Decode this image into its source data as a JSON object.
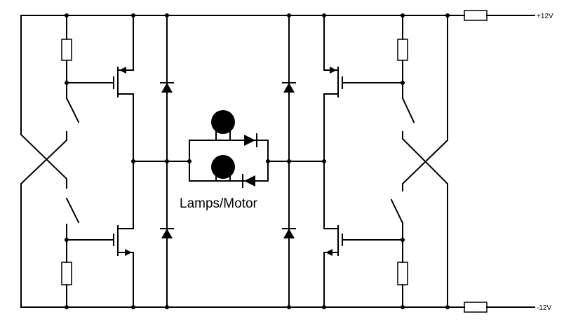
{
  "labels": {
    "pos_supply": "+12V",
    "neg_supply": "-12V",
    "load": "Lamps/Motor"
  }
}
